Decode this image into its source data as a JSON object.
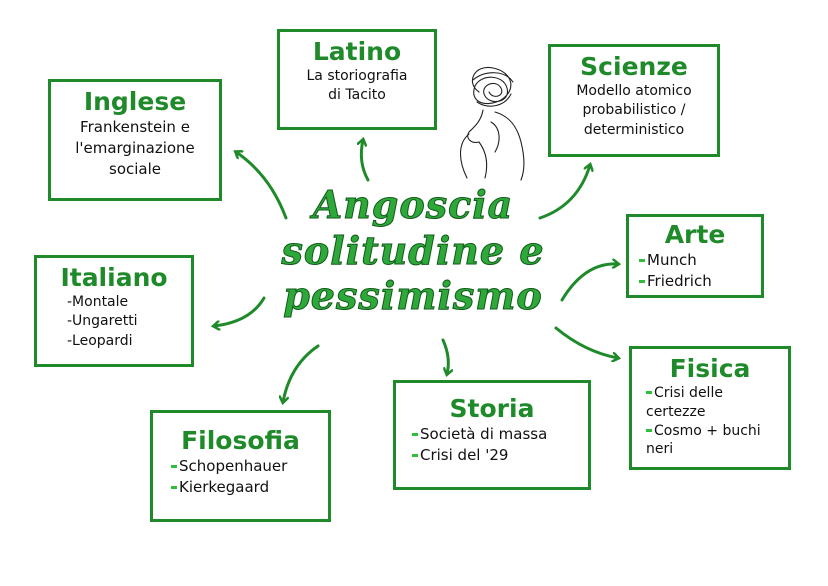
{
  "center": {
    "line1": "Angoscia",
    "line2": "solitudine e",
    "line3": "pessimismo"
  },
  "inglese": {
    "title": "Inglese",
    "lines": [
      "Frankenstein e",
      "l'emarginazione",
      "sociale"
    ]
  },
  "latino": {
    "title": "Latino",
    "lines": [
      "La storiografia",
      "di Tacito"
    ]
  },
  "scienze": {
    "title": "Scienze",
    "lines": [
      "Modello atomico",
      "probabilistico /",
      "deterministico"
    ]
  },
  "arte": {
    "title": "Arte",
    "lines": [
      "Munch",
      "Friedrich"
    ]
  },
  "italiano": {
    "title": "Italiano",
    "lines": [
      "-Montale",
      "-Ungaretti",
      "-Leopardi"
    ]
  },
  "filosofia": {
    "title": "Filosofia",
    "lines": [
      "Schopenhauer",
      "Kierkegaard"
    ]
  },
  "storia": {
    "title": "Storia",
    "lines": [
      "Società di massa",
      "Crisi del '29"
    ]
  },
  "fisica": {
    "title": "Fisica",
    "lines": [
      "Crisi delle",
      "certezze",
      "Cosmo + buchi",
      "neri"
    ]
  },
  "colors": {
    "accent": "#1f8a2a",
    "title_fill": "#2fa83a",
    "bullet": "#2fbf3a"
  },
  "icons": {
    "thinker": "thinking-person-icon"
  }
}
